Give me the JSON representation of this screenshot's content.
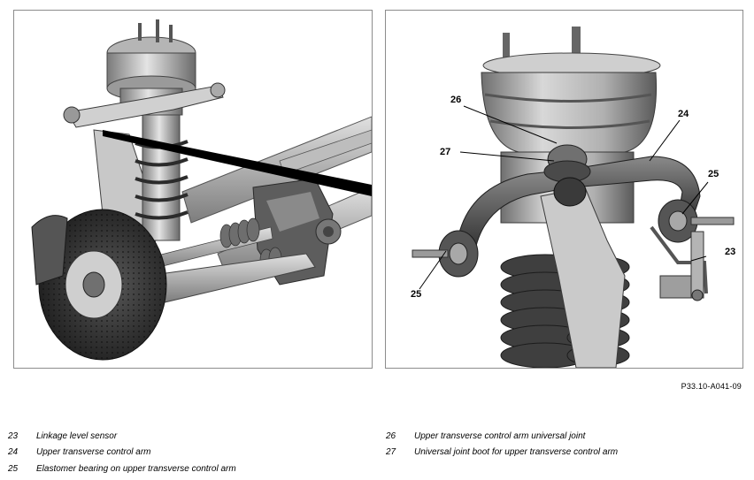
{
  "figure_code": "P33.10-A041-09",
  "callouts": {
    "c23": "23",
    "c24": "24",
    "c25a": "25",
    "c25b": "25",
    "c26": "26",
    "c27": "27"
  },
  "legend": [
    {
      "num": "23",
      "text": "Linkage level sensor"
    },
    {
      "num": "24",
      "text": "Upper transverse control arm"
    },
    {
      "num": "25",
      "text": "Elastomer bearing on upper transverse control arm"
    },
    {
      "num": "26",
      "text": "Upper transverse control arm universal joint"
    },
    {
      "num": "27",
      "text": "Universal joint boot for upper transverse control arm"
    }
  ],
  "colors": {
    "metal_light": "#d4d4d4",
    "metal_mid": "#9a9a9a",
    "metal_dark": "#3c3c3c",
    "frame": "#8c8c8c"
  }
}
